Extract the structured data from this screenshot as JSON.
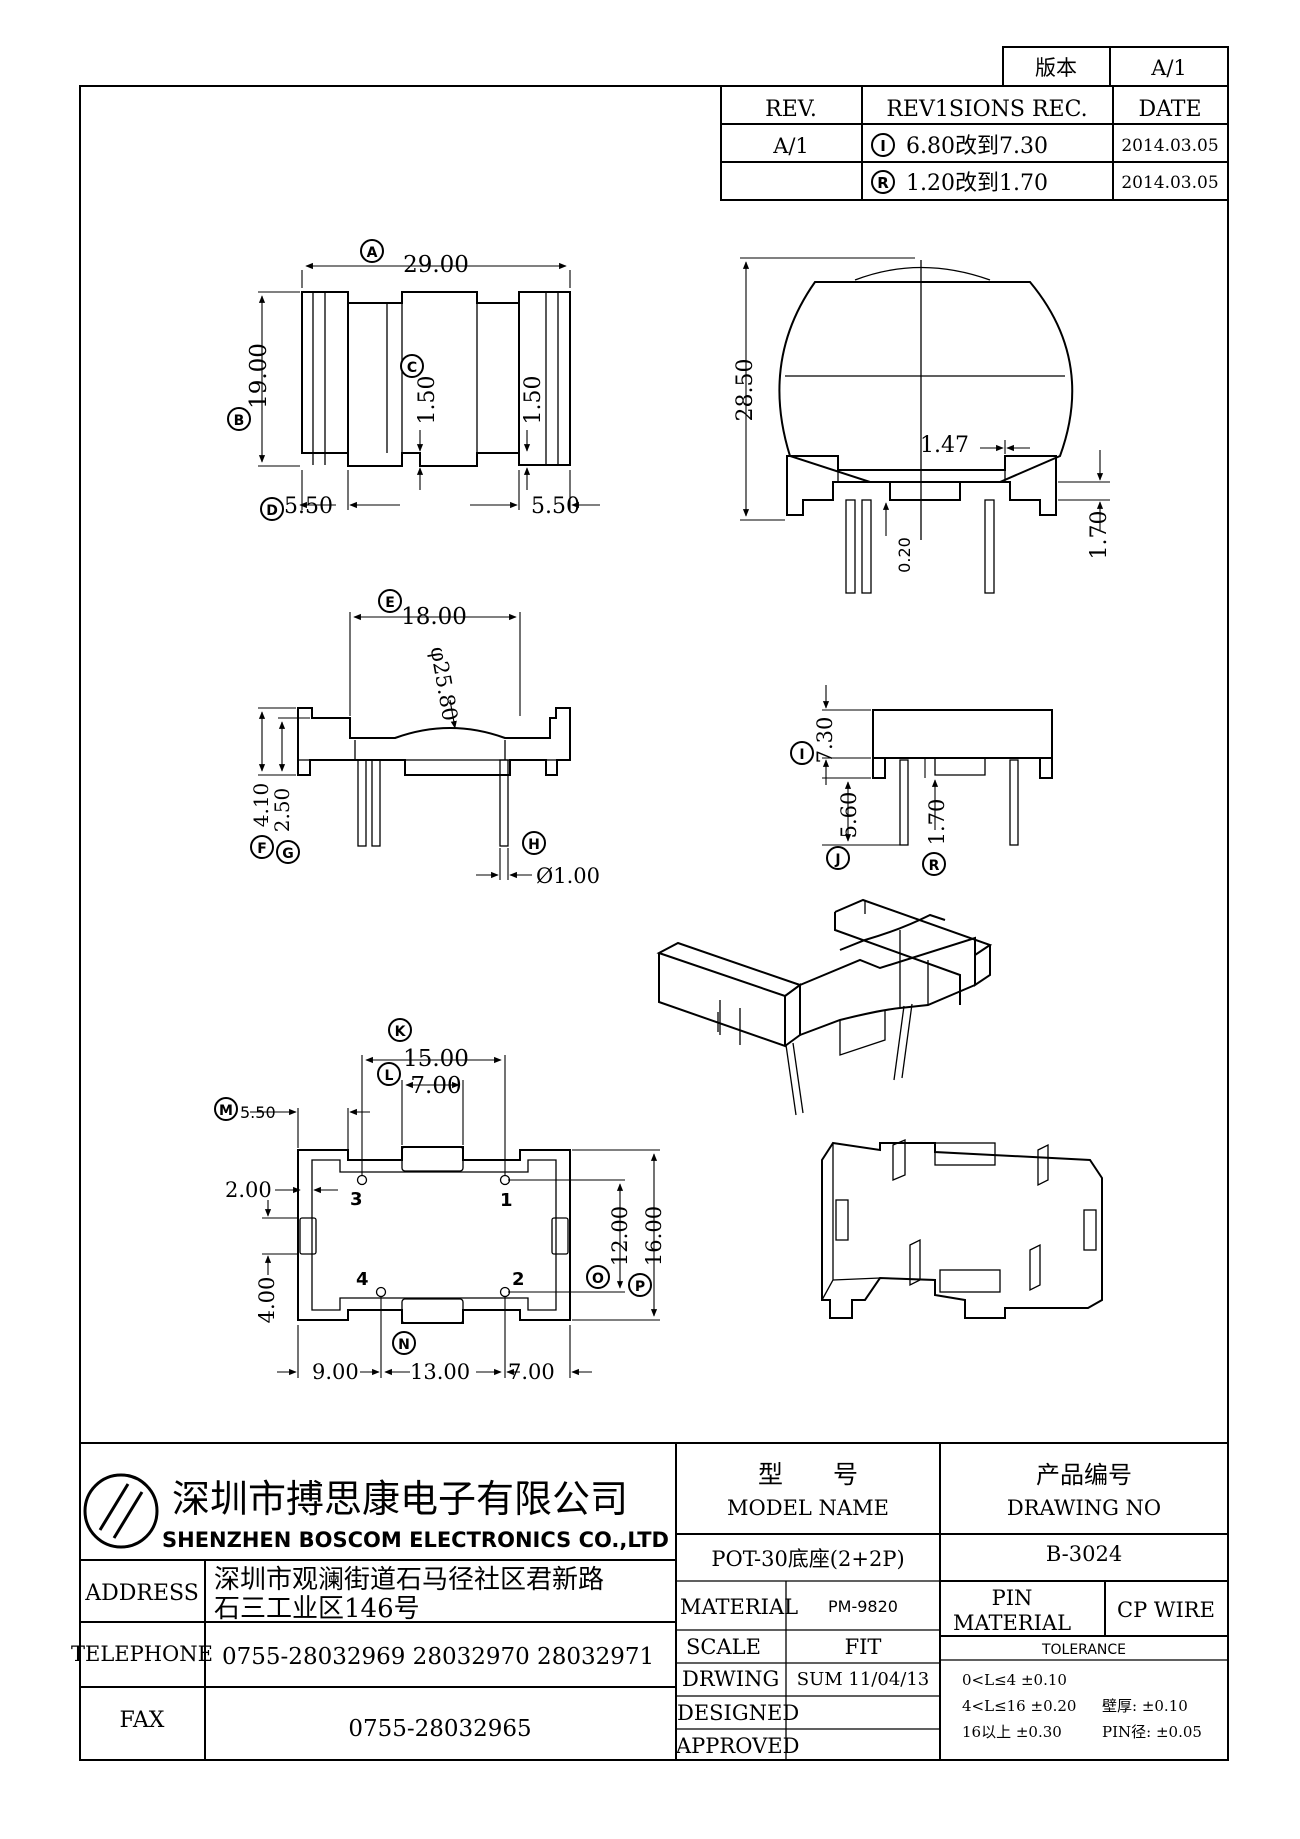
{
  "version_box": {
    "label": "版本",
    "value": "A/1"
  },
  "revision": {
    "headers": {
      "rev": "REV.",
      "rec": "REV1SIONS REC.",
      "date": "DATE"
    },
    "rows": [
      {
        "rev": "A/1",
        "mark": "I",
        "text": "6.80改到7.30",
        "date": "2014.03.05"
      },
      {
        "rev": "",
        "mark": "R",
        "text": "1.20改到1.70",
        "date": "2014.03.05"
      }
    ]
  },
  "top_view": {
    "A": "A",
    "A_val": "29.00",
    "B": "B",
    "B_val": "19.00",
    "C": "C",
    "C_val": "1.50",
    "C2_val": "1.50",
    "D": "D",
    "D_left": "5.50",
    "D_right": "5.50"
  },
  "side_view": {
    "height": "28.50",
    "w1": "1.47",
    "v1": "0.20",
    "v2": "1.70"
  },
  "front_view": {
    "E": "E",
    "E_val": "18.00",
    "dia": "φ25.80",
    "F": "F",
    "F_val": "4.10",
    "G": "G",
    "G_val": "2.50",
    "H": "H",
    "H_val": "Ø1.00"
  },
  "end_view": {
    "I": "I",
    "I_val": "7.30",
    "J": "J",
    "J_val": "5.60",
    "R": "R",
    "R_val": "1.70"
  },
  "bottom_view": {
    "K": "K",
    "K_val": "15.00",
    "L": "L",
    "L_val": "7.00",
    "M": "M",
    "M_val": "5.50",
    "left_top": "2.00",
    "left_mid": "4.00",
    "O": "O",
    "O_val": "12.00",
    "P": "P",
    "P_val": "16.00",
    "N": "N",
    "b_left": "9.00",
    "b_mid": "13.00",
    "b_right": "7.00",
    "pins": {
      "p1": "1",
      "p2": "2",
      "p3": "3",
      "p4": "4"
    }
  },
  "company": {
    "name_cn": "深圳市搏思康电子有限公司",
    "name_en": "SHENZHEN BOSCOM ELECTRONICS CO.,LTD",
    "address_label": "ADDRESS",
    "address_line1": "深圳市观澜街道石马径社区君新路",
    "address_line2": "石三工业区146号",
    "telephone_label": "TELEPHONE",
    "telephone": "0755-28032969 28032970 28032971",
    "fax_label": "FAX",
    "fax": "0755-28032965"
  },
  "model": {
    "label_cn": "型　　号",
    "label_en": "MODEL NAME",
    "value": "POT-30底座(2+2P)",
    "material_label": "MATERIAL",
    "material": "PM-9820",
    "scale_label": "SCALE",
    "scale": "FIT",
    "drwing_label": "DRWING",
    "drwing": "SUM 11/04/13",
    "designed_label": "DESIGNED",
    "designed": "",
    "approved_label": "APPROVED",
    "approved": ""
  },
  "drawing": {
    "label_cn": "产品编号",
    "label_en": "DRAWING NO",
    "value": "B-3024",
    "pin_label1": "PIN",
    "pin_label2": "MATERIAL",
    "pin_value": "CP WIRE",
    "tolerance_label": "TOLERANCE",
    "tol1": "0<L≤4  ±0.10",
    "tol2": "4<L≤16  ±0.20",
    "tol3": "16以上   ±0.30",
    "wall": "壁厚:  ±0.10",
    "pin": "PIN径: ±0.05"
  }
}
